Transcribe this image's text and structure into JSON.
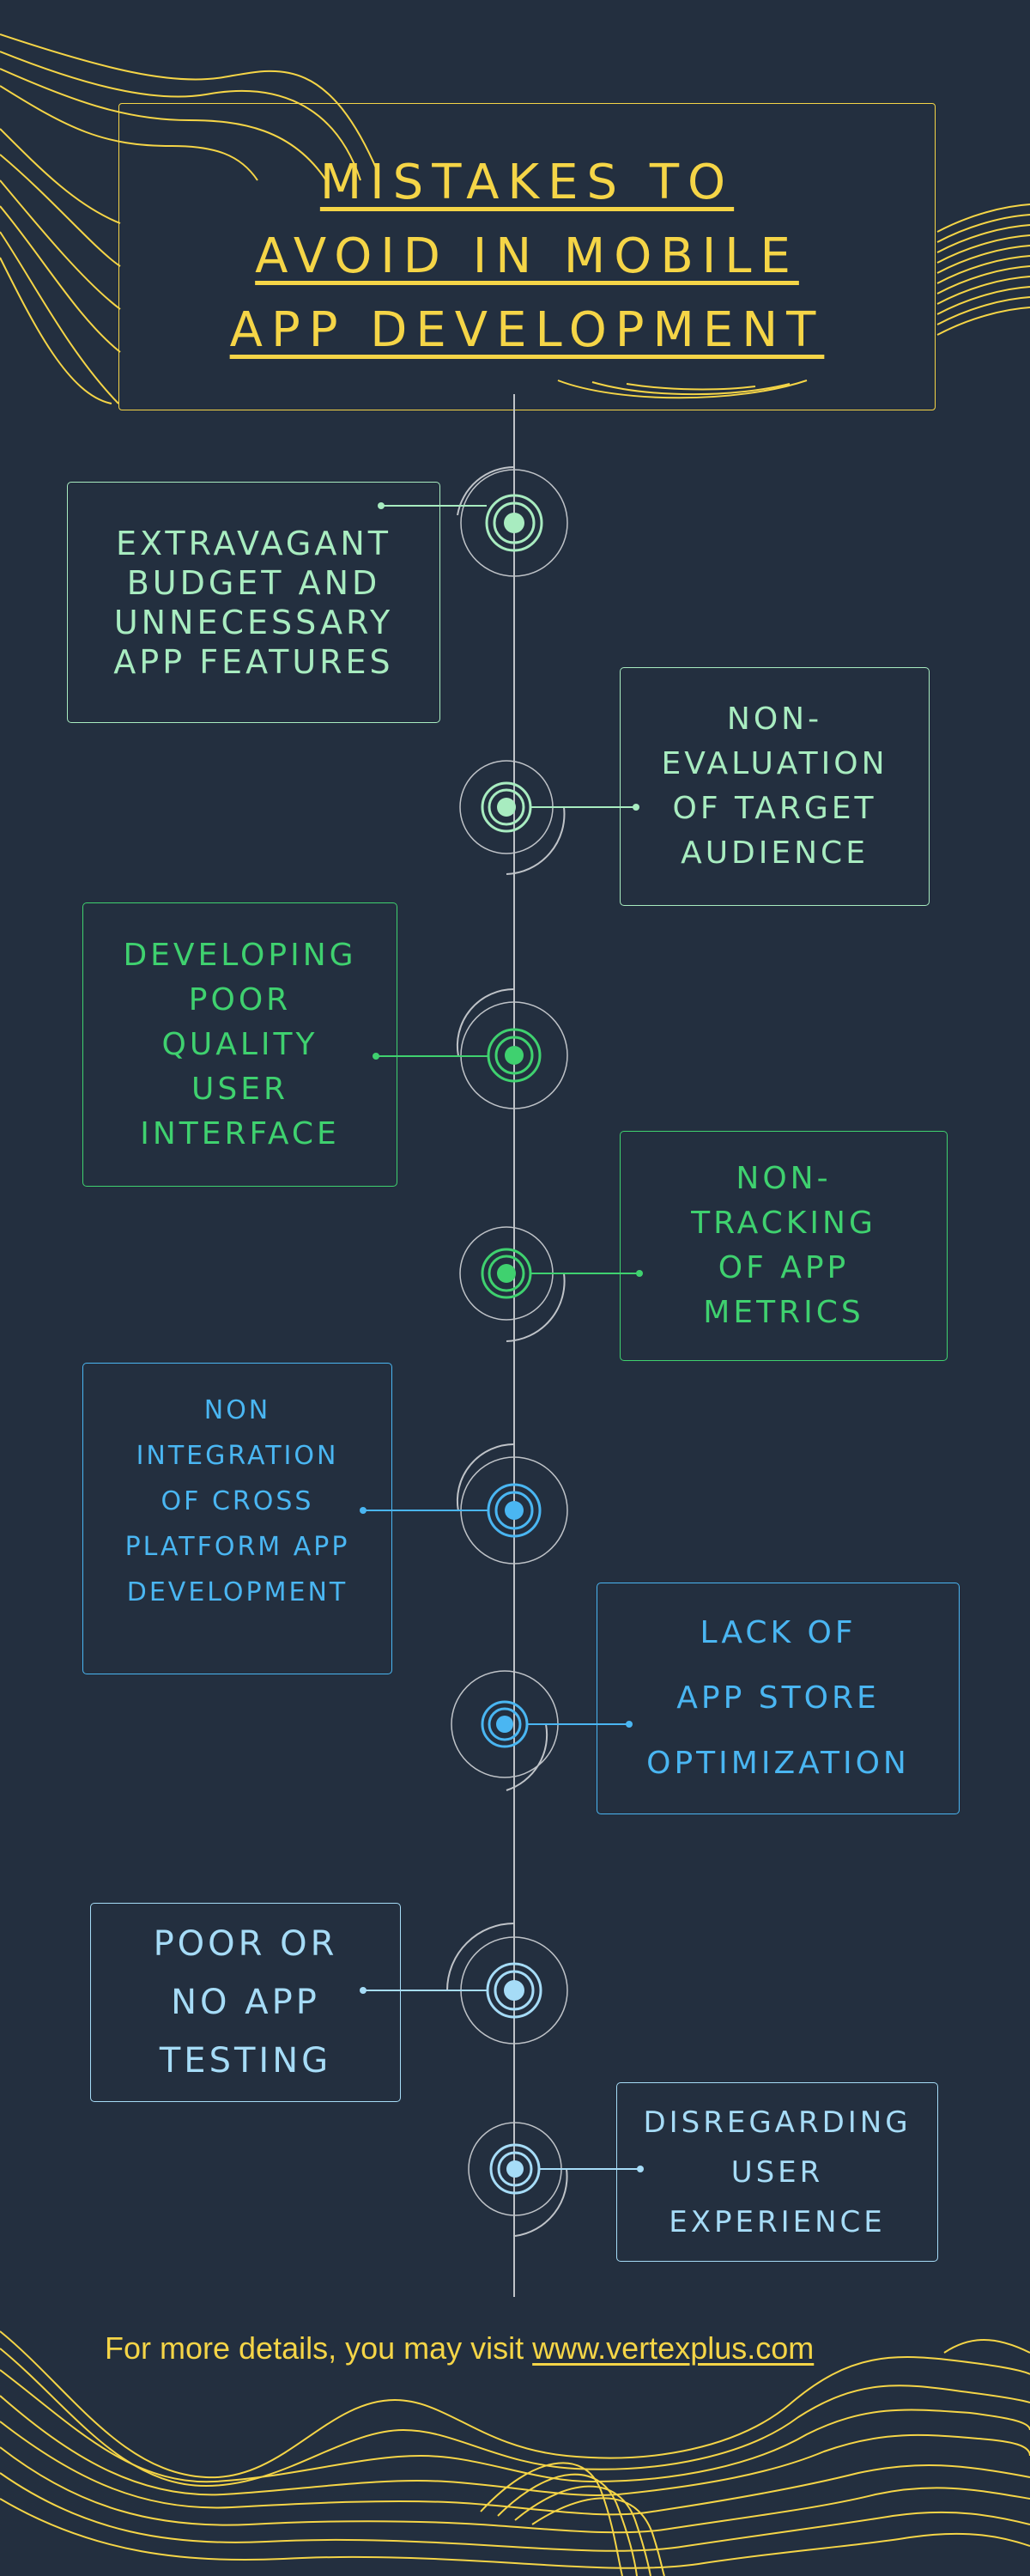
{
  "title": {
    "lines": [
      "MISTAKES TO",
      "AVOID IN MOBILE",
      "APP DEVELOPMENT"
    ]
  },
  "colors": {
    "background": "#232f3f",
    "accent_yellow": "#f5d547",
    "mint": "#a8ecc0",
    "green": "#3fd16f",
    "blue": "#4ab6f2",
    "light_blue": "#a6dcf7",
    "timeline_gray": "#bfc3c8"
  },
  "mistakes": [
    {
      "lines": [
        "EXTRAVAGANT",
        "BUDGET AND",
        "UNNECESSARY",
        "APP FEATURES"
      ]
    },
    {
      "lines": [
        "NON-",
        "EVALUATION",
        "OF TARGET",
        "AUDIENCE"
      ]
    },
    {
      "lines": [
        "DEVELOPING",
        "POOR",
        "QUALITY",
        "USER",
        "INTERFACE"
      ]
    },
    {
      "lines": [
        "NON-",
        "TRACKING",
        "OF APP",
        "METRICS"
      ]
    },
    {
      "lines": [
        "NON",
        "INTEGRATION",
        "OF CROSS",
        "PLATFORM APP",
        "DEVELOPMENT"
      ]
    },
    {
      "lines": [
        "LACK OF",
        "APP STORE",
        "OPTIMIZATION"
      ]
    },
    {
      "lines": [
        "POOR OR",
        "NO APP",
        "TESTING"
      ]
    },
    {
      "lines": [
        "DISREGARDING",
        "USER",
        "EXPERIENCE"
      ]
    }
  ],
  "footer": {
    "text": "For more details, you may visit ",
    "link": "www.vertexplus.com"
  }
}
